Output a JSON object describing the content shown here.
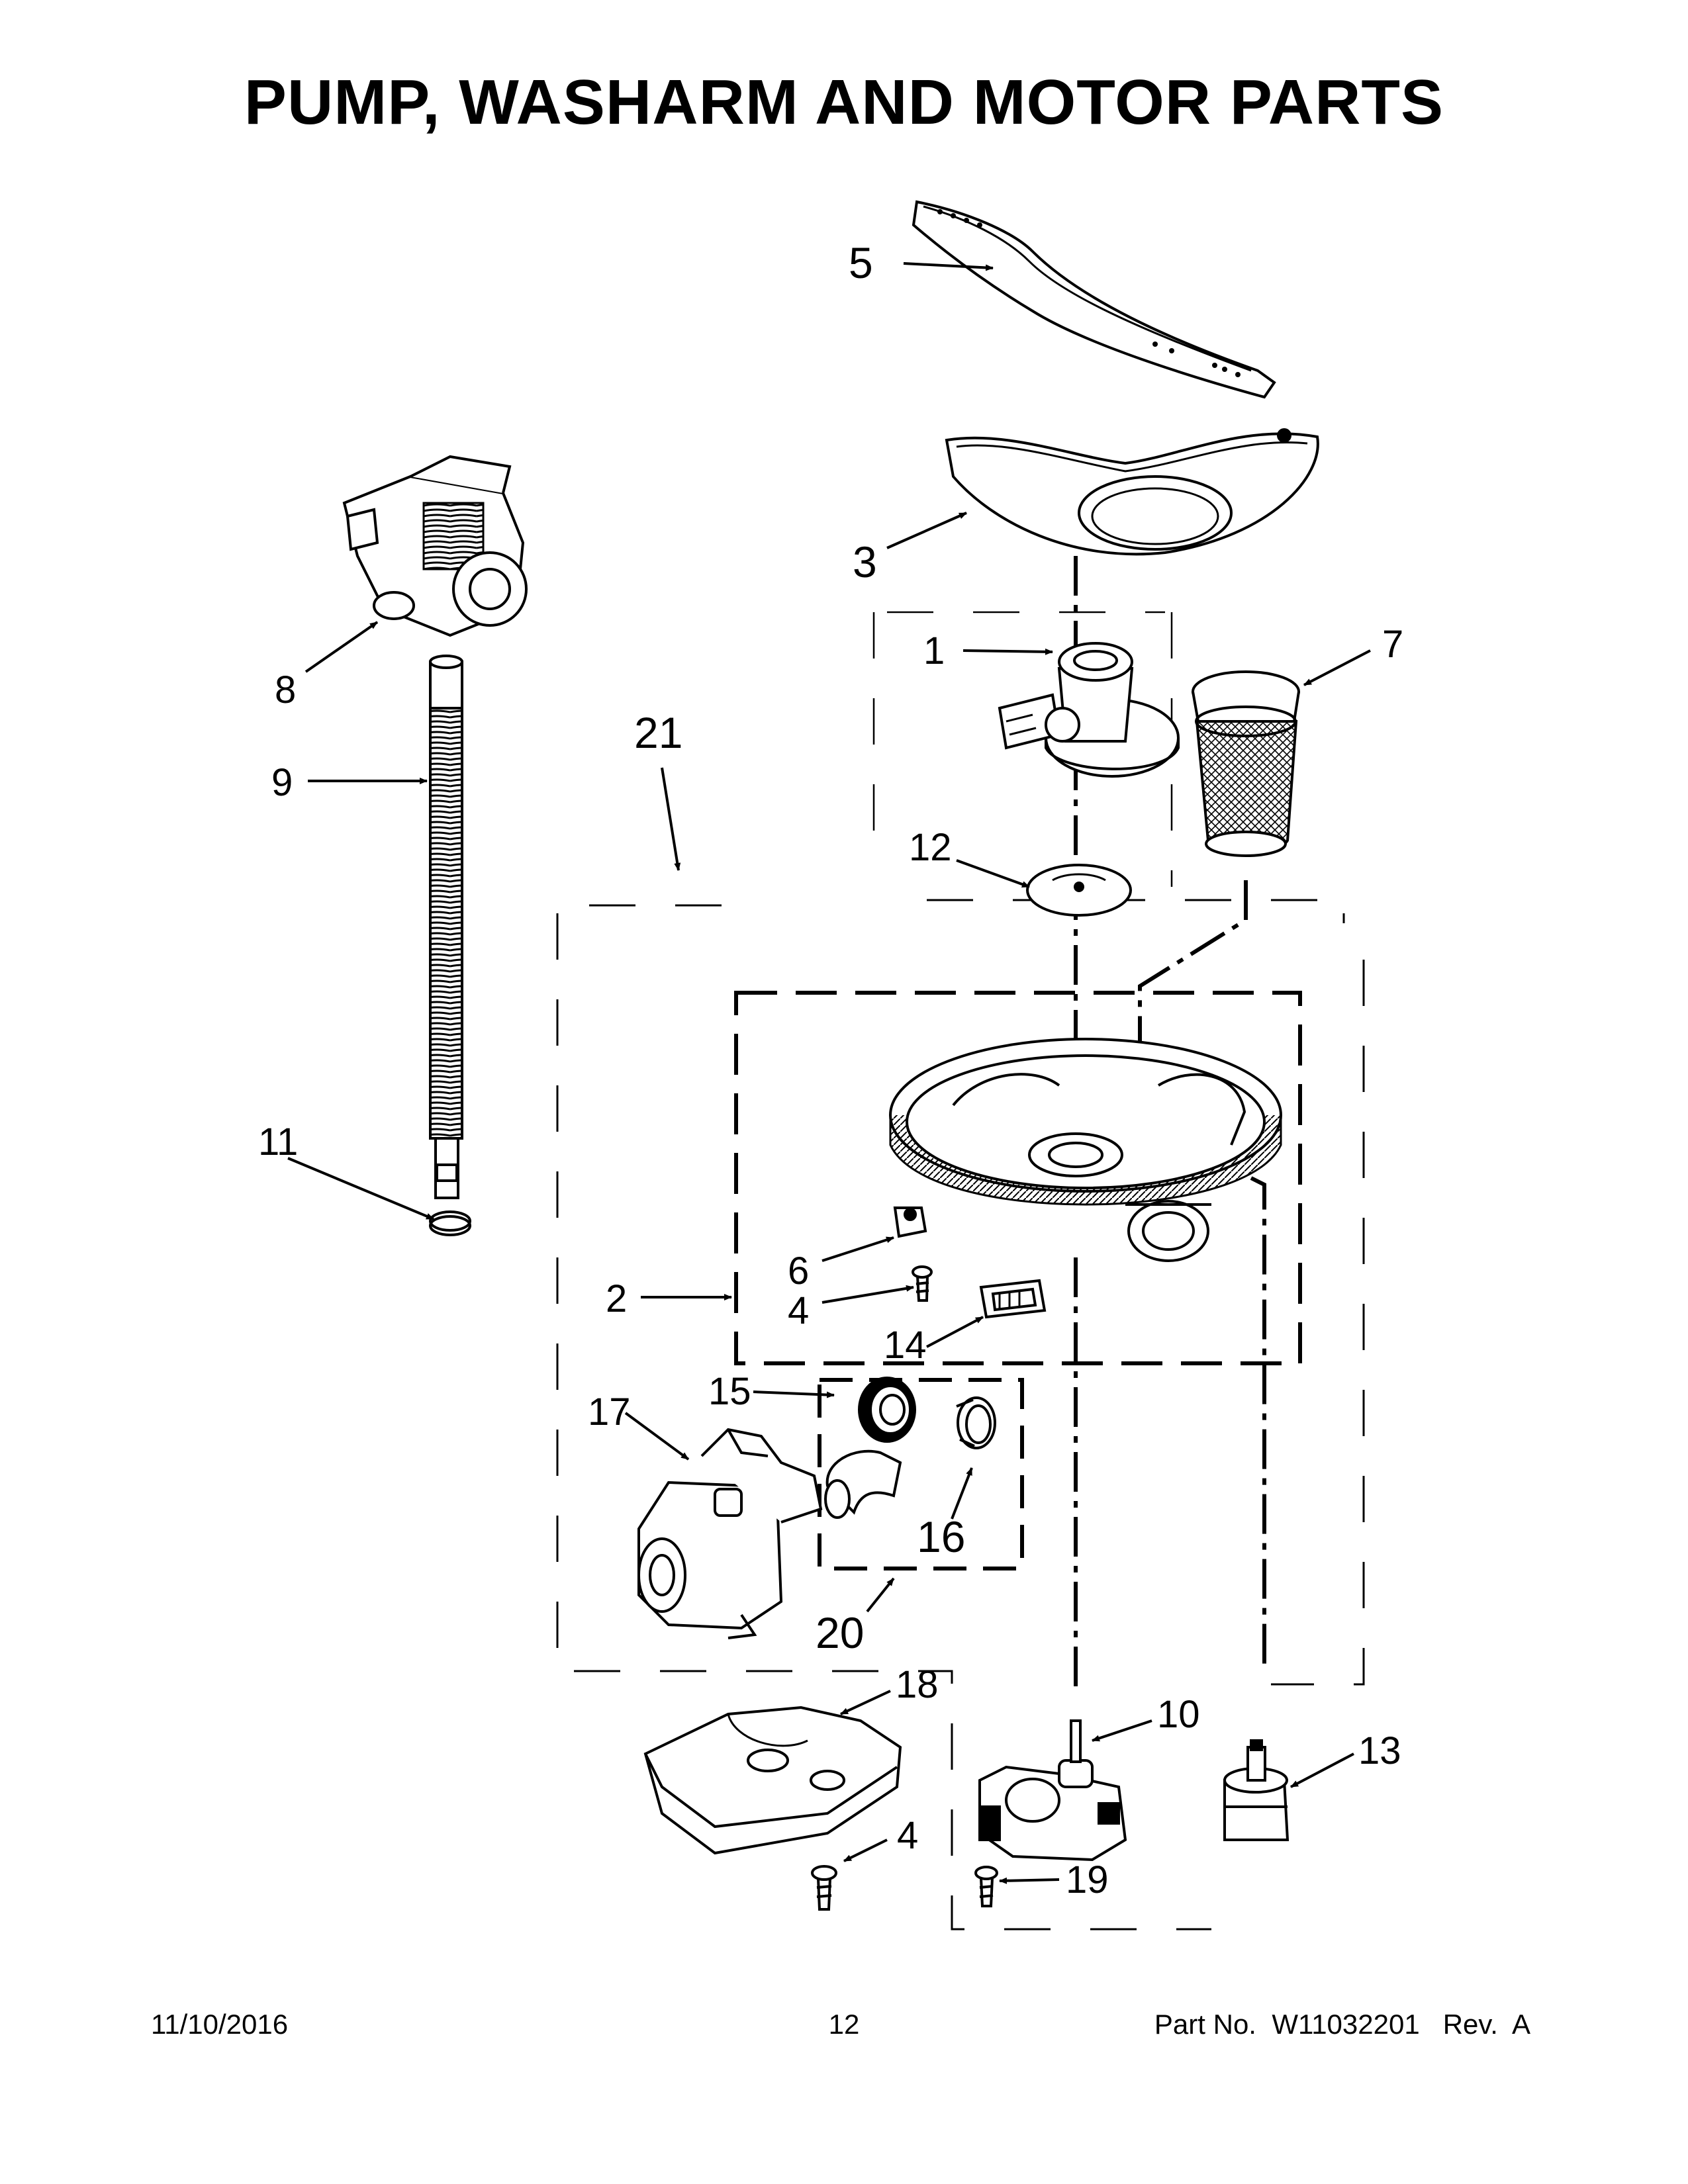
{
  "title": "PUMP, WASHARM AND MOTOR PARTS",
  "callouts": {
    "c1": "1",
    "c2": "2",
    "c3": "3",
    "c4a": "4",
    "c4b": "4",
    "c5": "5",
    "c6": "6",
    "c7": "7",
    "c8": "8",
    "c9": "9",
    "c10": "10",
    "c11": "11",
    "c12": "12",
    "c13": "13",
    "c14": "14",
    "c15": "15",
    "c16": "16",
    "c17": "17",
    "c18": "18",
    "c19": "19",
    "c20": "20",
    "c21": "21"
  },
  "footer": {
    "date": "11/10/2016",
    "page": "12",
    "part": "Part No.  W11032201   Rev.  A"
  }
}
